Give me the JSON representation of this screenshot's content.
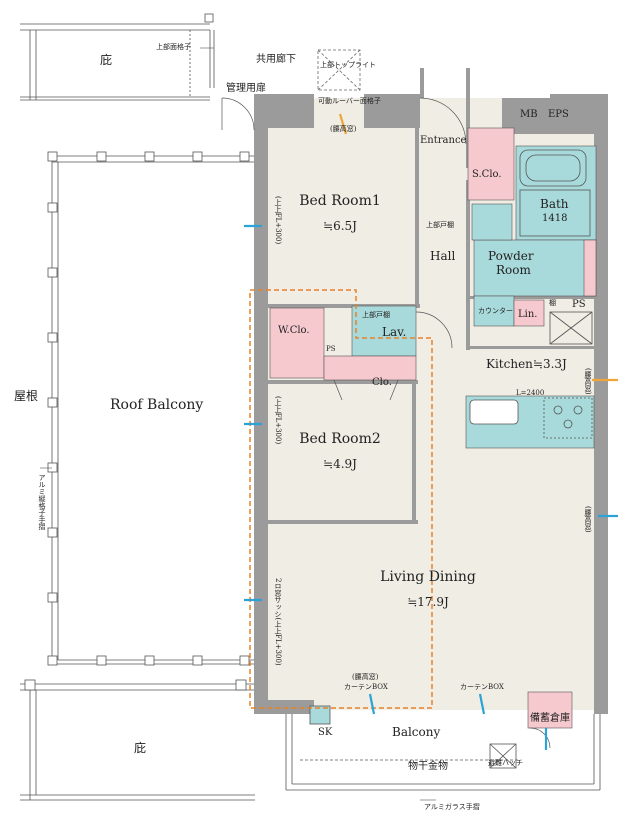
{
  "labels": {
    "eaves_top": "庇",
    "upper_face_lattice": "上部面格子",
    "common_corridor": "共用廊下",
    "upper_top_light": "上部トップライト",
    "management_door": "管理用扉",
    "movable_louver_lattice": "可動ルーバー面格子",
    "waist_window_top": "(腰高窓)",
    "entrance": "Entrance",
    "shoe_closet": "S.Clo.",
    "mb": "MB",
    "eps": "EPS",
    "bath": "Bath",
    "bath_size": "1418",
    "bedroom1": "Bed Room1",
    "bedroom1_size": "≒6.5J",
    "sash_note": "(上上FL+300)",
    "upper_cabinet": "上部戸棚",
    "hall": "Hall",
    "powder_room_1": "Powder",
    "powder_room_2": "Room",
    "counter": "カウンター",
    "linen": "Lin.",
    "shelf": "棚",
    "ps": "PS",
    "ps_small": "PS",
    "walk_in_closet": "W.Clo.",
    "upper_cabinet_lav": "上部戸棚",
    "lavatory": "Lav.",
    "closet": "Clo.",
    "kitchen": "Kitchen≒3.3J",
    "kitchen_length": "L=2400",
    "waist_window_right": "(腰高窓)",
    "roof": "屋根",
    "roof_balcony": "Roof Balcony",
    "aluminum_lattice_handrail": "アルミ縦格子手摺",
    "bedroom2": "Bed Room2",
    "bedroom2_size": "≒4.9J",
    "waist_window_right2": "(腰高窓)",
    "living_dining": "Living Dining",
    "living_dining_size": "≒17.9J",
    "sash_living": "2ロ窓サッシ(上上FL+300)",
    "waist_window_bottom": "(腰高窓)",
    "curtain_box_1": "カーテンBOX",
    "curtain_box_2": "カーテンBOX",
    "storage": "備蓄倉庫",
    "eaves_bottom": "庇",
    "sk": "SK",
    "balcony": "Balcony",
    "drying_hardware": "物干金物",
    "escape_hatch": "避難ハッチ",
    "aluminum_glass_handrail": "アルミガラス手摺"
  },
  "colors": {
    "wall": "#9b9b9b",
    "floor": "#f0ede4",
    "closet_pink": "#f6c9cf",
    "wet_teal": "#a9dadb",
    "dashed_orange": "#e7822a",
    "vent_blue": "#2aa3d6",
    "vent_orange": "#f0a53a"
  }
}
